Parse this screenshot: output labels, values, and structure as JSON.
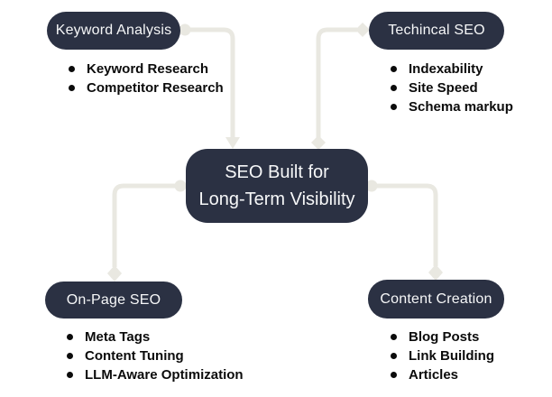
{
  "title": "SEO mind map diagram",
  "colors": {
    "node_fill": "#2b3143",
    "node_text": "#f6f7f8",
    "connector": "#e9e8e1",
    "bullet_text": "#0b0b0b",
    "background": "#ffffff"
  },
  "center": {
    "title_line1": "SEO Built for",
    "title_line2": "Long-Term Visibility"
  },
  "nodes": {
    "keyword_analysis": {
      "label": "Keyword Analysis",
      "items": [
        "Keyword Research",
        "Competitor Research"
      ]
    },
    "technical_seo": {
      "label": "Techincal SEO",
      "items": [
        "Indexability",
        "Site Speed",
        "Schema markup"
      ]
    },
    "on_page_seo": {
      "label": "On-Page SEO",
      "items": [
        "Meta Tags",
        "Content Tuning",
        "LLM-Aware Optimization"
      ]
    },
    "content_creation": {
      "label": "Content Creation",
      "items": [
        "Blog Posts",
        "Link Building",
        "Articles"
      ]
    }
  }
}
